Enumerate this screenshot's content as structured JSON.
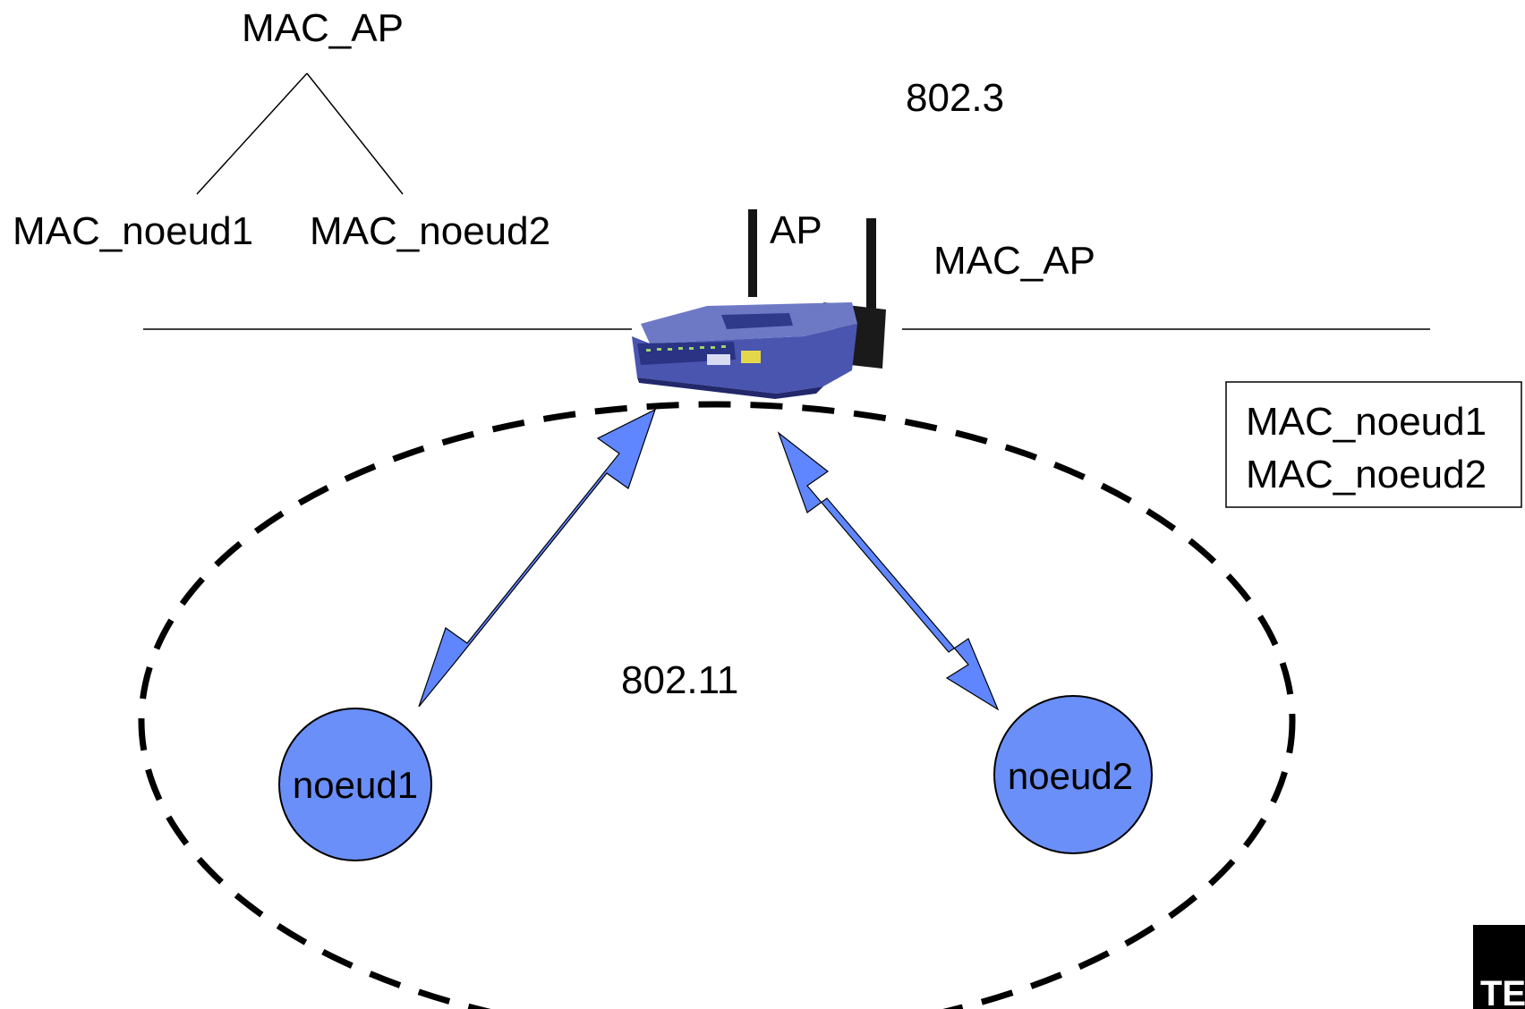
{
  "colors": {
    "node_fill": "#6a8ff8",
    "arrow_fill": "#5f86ff",
    "router_body": "#4a55b0",
    "line": "#000000"
  },
  "tree": {
    "root": "MAC_AP",
    "child1": "MAC_noeud1",
    "child2": "MAC_noeud2"
  },
  "labels": {
    "wired_standard": "802.3",
    "ap": "AP",
    "ap_mac": "MAC_AP",
    "wireless_standard": "802.11"
  },
  "association_table": {
    "rows": [
      "MAC_noeud1",
      "MAC_noeud2"
    ]
  },
  "nodes": {
    "node1": "noeud1",
    "node2": "noeud2"
  },
  "logo": {
    "text": "TE"
  },
  "icons": {
    "router": "wireless-router-icon",
    "arrow": "double-headed-arrow-icon"
  }
}
